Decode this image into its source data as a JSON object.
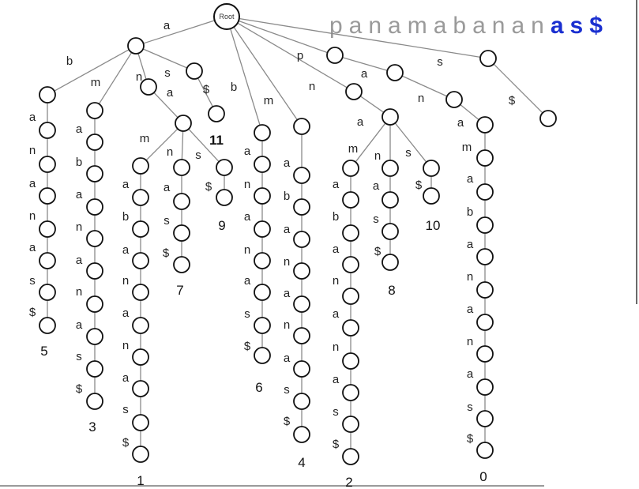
{
  "title": {
    "plain": "panamabanan",
    "highlight": "as$",
    "plain_color": "#9a9a9a",
    "highlight_color": "#1a2fd0"
  },
  "root_label": "Root",
  "colors": {
    "edge": "#8a8a8a",
    "node_stroke": "#111111",
    "leaf_highlight": "#1a2fd0"
  },
  "tree": {
    "label": "Root",
    "children": [
      {
        "edge": "a",
        "children": [
          {
            "edge": "b",
            "children": [
              {
                "edge": "a",
                "children": [
                  {
                    "edge": "n",
                    "children": [
                      {
                        "edge": "a",
                        "children": [
                          {
                            "edge": "n",
                            "children": [
                              {
                                "edge": "a",
                                "children": [
                                  {
                                    "edge": "s",
                                    "children": [
                                      {
                                        "edge": "$",
                                        "leaf": "5"
                                      }
                                    ]
                                  }
                                ]
                              }
                            ]
                          }
                        ]
                      }
                    ]
                  }
                ]
              }
            ]
          },
          {
            "edge": "m",
            "children": [
              {
                "edge": "a",
                "children": [
                  {
                    "edge": "b",
                    "children": [
                      {
                        "edge": "a",
                        "children": [
                          {
                            "edge": "n",
                            "children": [
                              {
                                "edge": "a",
                                "children": [
                                  {
                                    "edge": "n",
                                    "children": [
                                      {
                                        "edge": "a",
                                        "children": [
                                          {
                                            "edge": "s",
                                            "children": [
                                              {
                                                "edge": "$",
                                                "leaf": "3"
                                              }
                                            ]
                                          }
                                        ]
                                      }
                                    ]
                                  }
                                ]
                              }
                            ]
                          }
                        ]
                      }
                    ]
                  }
                ]
              }
            ]
          },
          {
            "edge": "n",
            "children": [
              {
                "edge": "a",
                "children": [
                  {
                    "edge": "m",
                    "children": [
                      {
                        "edge": "a",
                        "children": [
                          {
                            "edge": "b",
                            "children": [
                              {
                                "edge": "a",
                                "children": [
                                  {
                                    "edge": "n",
                                    "children": [
                                      {
                                        "edge": "a",
                                        "children": [
                                          {
                                            "edge": "n",
                                            "children": [
                                              {
                                                "edge": "a",
                                                "children": [
                                                  {
                                                    "edge": "s",
                                                    "children": [
                                                      {
                                                        "edge": "$",
                                                        "leaf": "1"
                                                      }
                                                    ]
                                                  }
                                                ]
                                              }
                                            ]
                                          }
                                        ]
                                      }
                                    ]
                                  }
                                ]
                              }
                            ]
                          }
                        ]
                      }
                    ]
                  },
                  {
                    "edge": "n",
                    "children": [
                      {
                        "edge": "a",
                        "children": [
                          {
                            "edge": "s",
                            "children": [
                              {
                                "edge": "$",
                                "leaf": "7"
                              }
                            ]
                          }
                        ]
                      }
                    ]
                  },
                  {
                    "edge": "s",
                    "children": [
                      {
                        "edge": "$",
                        "leaf": "9"
                      }
                    ]
                  }
                ]
              }
            ]
          },
          {
            "edge": "s",
            "children": [
              {
                "edge": "$",
                "leaf": "11",
                "highlight": true
              }
            ]
          }
        ]
      },
      {
        "edge": "b",
        "children": [
          {
            "edge": "a",
            "children": [
              {
                "edge": "n",
                "children": [
                  {
                    "edge": "a",
                    "children": [
                      {
                        "edge": "n",
                        "children": [
                          {
                            "edge": "a",
                            "children": [
                              {
                                "edge": "s",
                                "children": [
                                  {
                                    "edge": "$",
                                    "leaf": "6"
                                  }
                                ]
                              }
                            ]
                          }
                        ]
                      }
                    ]
                  }
                ]
              }
            ]
          }
        ]
      },
      {
        "edge": "m",
        "children": [
          {
            "edge": "a",
            "children": [
              {
                "edge": "b",
                "children": [
                  {
                    "edge": "a",
                    "children": [
                      {
                        "edge": "n",
                        "children": [
                          {
                            "edge": "a",
                            "children": [
                              {
                                "edge": "n",
                                "children": [
                                  {
                                    "edge": "a",
                                    "children": [
                                      {
                                        "edge": "s",
                                        "children": [
                                          {
                                            "edge": "$",
                                            "leaf": "4"
                                          }
                                        ]
                                      }
                                    ]
                                  }
                                ]
                              }
                            ]
                          }
                        ]
                      }
                    ]
                  }
                ]
              }
            ]
          }
        ]
      },
      {
        "edge": "n",
        "children": [
          {
            "edge": "a",
            "children": [
              {
                "edge": "m",
                "children": [
                  {
                    "edge": "a",
                    "children": [
                      {
                        "edge": "b",
                        "children": [
                          {
                            "edge": "a",
                            "children": [
                              {
                                "edge": "n",
                                "children": [
                                  {
                                    "edge": "a",
                                    "children": [
                                      {
                                        "edge": "n",
                                        "children": [
                                          {
                                            "edge": "a",
                                            "children": [
                                              {
                                                "edge": "s",
                                                "children": [
                                                  {
                                                    "edge": "$",
                                                    "leaf": "2"
                                                  }
                                                ]
                                              }
                                            ]
                                          }
                                        ]
                                      }
                                    ]
                                  }
                                ]
                              }
                            ]
                          }
                        ]
                      }
                    ]
                  }
                ]
              },
              {
                "edge": "n",
                "children": [
                  {
                    "edge": "a",
                    "children": [
                      {
                        "edge": "s",
                        "children": [
                          {
                            "edge": "$",
                            "leaf": "8"
                          }
                        ]
                      }
                    ]
                  }
                ]
              },
              {
                "edge": "s",
                "children": [
                  {
                    "edge": "$",
                    "leaf": "10"
                  }
                ]
              }
            ]
          }
        ]
      },
      {
        "edge": "p",
        "children": [
          {
            "edge": "a",
            "children": [
              {
                "edge": "n",
                "children": [
                  {
                    "edge": "a",
                    "children": [
                      {
                        "edge": "m",
                        "children": [
                          {
                            "edge": "a",
                            "children": [
                              {
                                "edge": "b",
                                "children": [
                                  {
                                    "edge": "a",
                                    "children": [
                                      {
                                        "edge": "n",
                                        "children": [
                                          {
                                            "edge": "a",
                                            "children": [
                                              {
                                                "edge": "n",
                                                "children": [
                                                  {
                                                    "edge": "a",
                                                    "children": [
                                                      {
                                                        "edge": "s",
                                                        "children": [
                                                          {
                                                            "edge": "$",
                                                            "leaf": "0"
                                                          }
                                                        ]
                                                      }
                                                    ]
                                                  }
                                                ]
                                              }
                                            ]
                                          }
                                        ]
                                      }
                                    ]
                                  }
                                ]
                              }
                            ]
                          }
                        ]
                      }
                    ]
                  }
                ]
              }
            ]
          }
        ]
      },
      {
        "edge": "s",
        "children": [
          {
            "edge": "$"
          }
        ]
      }
    ]
  }
}
